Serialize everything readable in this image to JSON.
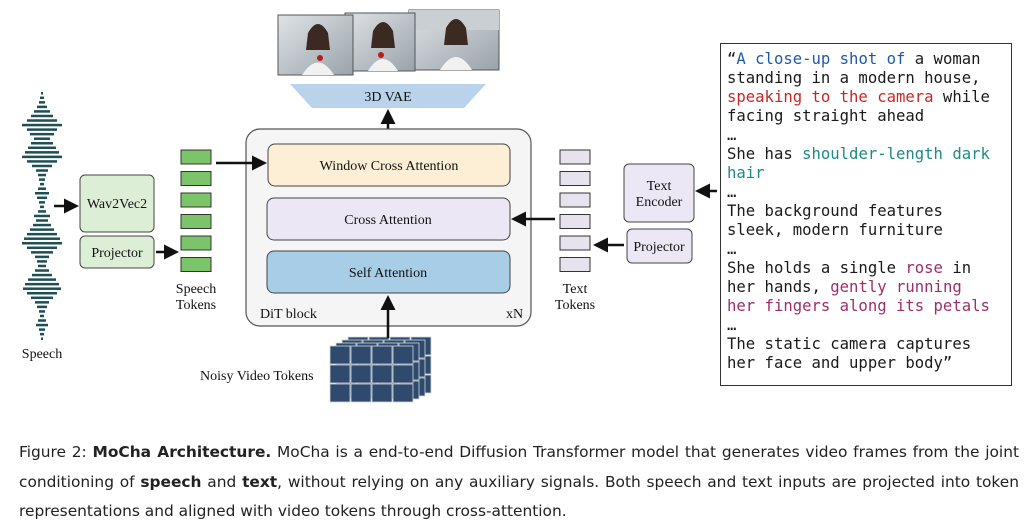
{
  "figure": {
    "vae_label": "3D VAE",
    "window_cross_attention": "Window Cross Attention",
    "cross_attention": "Cross Attention",
    "self_attention": "Self Attention",
    "dit_block": "DiT block",
    "repeat_label": "xN",
    "wav2vec": "Wav2Vec2",
    "speech_projector": "Projector",
    "speech_label": "Speech",
    "speech_tokens_line1": "Speech",
    "speech_tokens_line2": "Tokens",
    "text_encoder_line1": "Text",
    "text_encoder_line2": "Encoder",
    "text_projector": "Projector",
    "text_tokens_line1": "Text",
    "text_tokens_line2": "Tokens",
    "noisy_video_tokens": "Noisy Video Tokens",
    "colors": {
      "window_attention_fill": "#fdeed6",
      "cross_attention_fill": "#ece7f5",
      "self_attention_fill": "#a8cde6",
      "speech_token_fill": "#7bc46a",
      "text_token_fill": "#e6e3ee",
      "wav2vec_fill": "#dcefd6",
      "text_encoder_fill": "#ece7f5",
      "vae_fill": "#b9d3ea",
      "waveform": "#1f4e55",
      "video_token": "#2f4a6d"
    }
  },
  "prompt": {
    "lines": [
      [
        {
          "t": "“"
        },
        {
          "t": "A close-up shot of",
          "c": "c-blue"
        },
        {
          "t": " a woman"
        }
      ],
      [
        {
          "t": "standing in a modern house,"
        }
      ],
      [
        {
          "t": "speaking to the camera",
          "c": "c-red"
        },
        {
          "t": " while"
        }
      ],
      [
        {
          "t": "facing straight ahead"
        }
      ],
      [
        {
          "t": "…"
        }
      ],
      [
        {
          "t": "She has "
        },
        {
          "t": "shoulder-length dark",
          "c": "c-teal"
        }
      ],
      [
        {
          "t": "hair",
          "c": "c-teal"
        }
      ],
      [
        {
          "t": "…"
        }
      ],
      [
        {
          "t": "The background features"
        }
      ],
      [
        {
          "t": "sleek, modern furniture"
        }
      ],
      [
        {
          "t": "…"
        }
      ],
      [
        {
          "t": "She holds a single "
        },
        {
          "t": "rose",
          "c": "c-plum"
        },
        {
          "t": " in"
        }
      ],
      [
        {
          "t": "her hands, "
        },
        {
          "t": "gently running",
          "c": "c-plum"
        }
      ],
      [
        {
          "t": "her fingers along its petals",
          "c": "c-plum"
        }
      ],
      [
        {
          "t": "…"
        }
      ],
      [
        {
          "t": "The static camera captures"
        }
      ],
      [
        {
          "t": "her face and upper body”"
        }
      ]
    ]
  },
  "caption": {
    "prefix": "Figure 2: ",
    "bold_title": "MoCha Architecture.",
    "part1": " MoCha is a end-to-end Diffusion Transformer model that generates video frames from the joint conditioning of ",
    "bold_speech": "speech",
    "part2": " and ",
    "bold_text": "text",
    "part3": ", without relying on any auxiliary signals. Both speech and text inputs are projected into token representations and aligned with video tokens through cross-attention."
  }
}
